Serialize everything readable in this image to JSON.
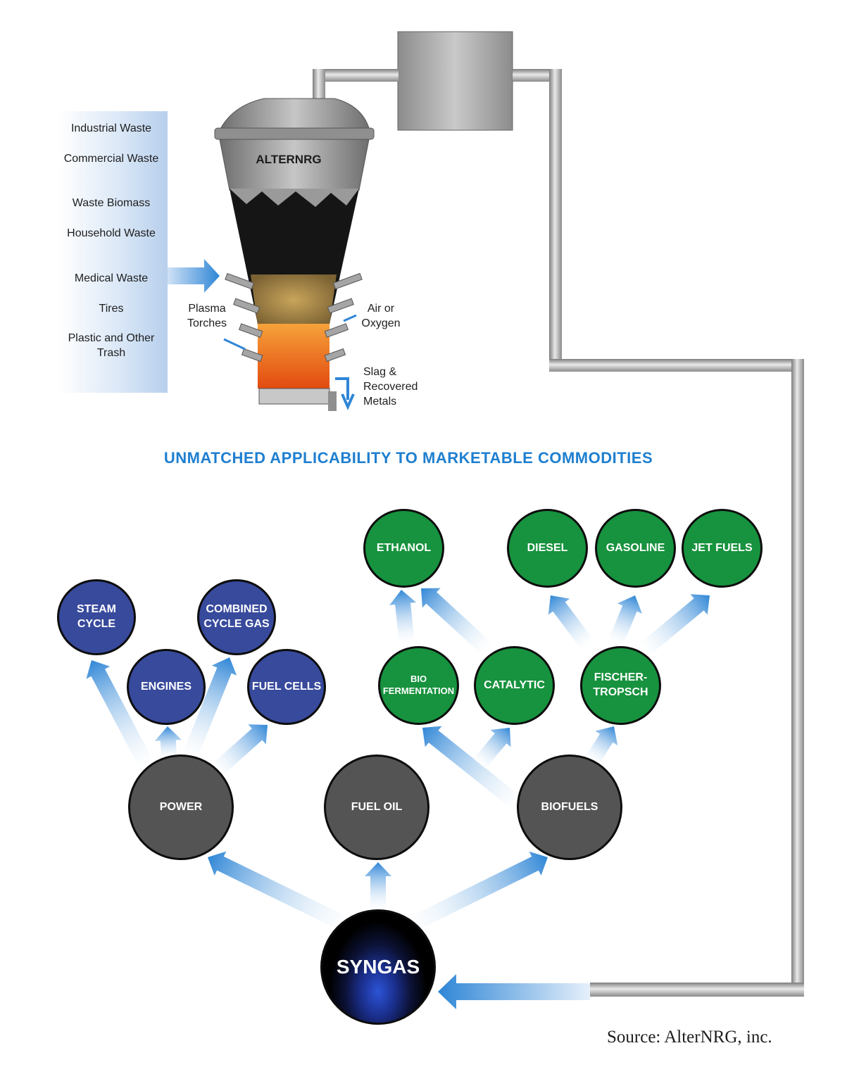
{
  "waste_inputs": [
    "Industrial Waste",
    "Commercial Waste",
    "Waste Biomass",
    "Household Waste",
    "Medical Waste",
    "Tires",
    "Plastic and Other Trash"
  ],
  "reactor": {
    "logo_text": "ALTERNRG",
    "plasma_torches_label": "Plasma Torches",
    "air_label": "Air or Oxygen",
    "slag_label": "Slag & Recovered Metals"
  },
  "headline": "UNMATCHED APPLICABILITY TO MARKETABLE COMMODITIES",
  "nodes": {
    "syngas": "SYNGAS",
    "power": "POWER",
    "fuel_oil": "FUEL OIL",
    "biofuels": "BIOFUELS",
    "steam_cycle": "STEAM CYCLE",
    "engines": "ENGINES",
    "combined_cycle_gas": "COMBINED CYCLE GAS",
    "fuel_cells": "FUEL CELLS",
    "bio_fermentation": "BIO FERMENTATION",
    "catalytic": "CATALYTIC",
    "fischer_tropsch": "FISCHER-TROPSCH",
    "ethanol": "ETHANOL",
    "diesel": "DIESEL",
    "gasoline": "GASOLINE",
    "jet_fuels": "JET FUELS"
  },
  "source": "Source: AlterNRG, inc.",
  "colors": {
    "power_nodes": "#384a9c",
    "biofuel_nodes": "#17923e",
    "hub_nodes": "#545454",
    "headline": "#1e7fd0",
    "arrow": "#2f86d6"
  }
}
